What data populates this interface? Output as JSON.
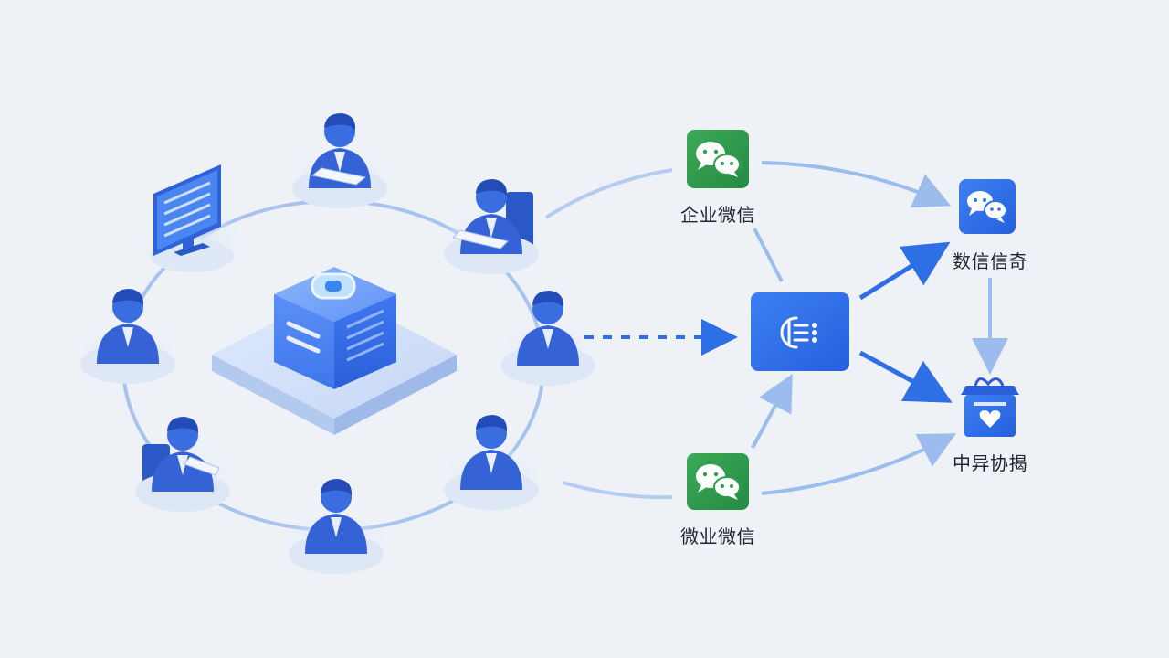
{
  "nodes": {
    "wecom_top": {
      "label": "企业微信",
      "icon": "wechat-icon",
      "color": "#2f9e4f"
    },
    "wecom_bottom": {
      "label": "微业微信",
      "icon": "wechat-icon",
      "color": "#2f9e4f"
    },
    "app_right_top": {
      "label": "数信信奇",
      "icon": "chat-bubbles-icon",
      "color": "#2f6fe6"
    },
    "app_right_bottom": {
      "label": "中异协揭",
      "icon": "gift-box-icon",
      "color": "#2f6fe6"
    },
    "hub": {
      "icon": "hub-logo-icon",
      "color": "#2f6fe6"
    },
    "central_server": {
      "icon": "server-cube-icon",
      "color": "#3b7ff0"
    }
  },
  "colors": {
    "accent": "#2f6fe6",
    "accent_light": "#9dbcee",
    "wechat_green": "#2f9e4f",
    "background": "#eef2f7"
  }
}
